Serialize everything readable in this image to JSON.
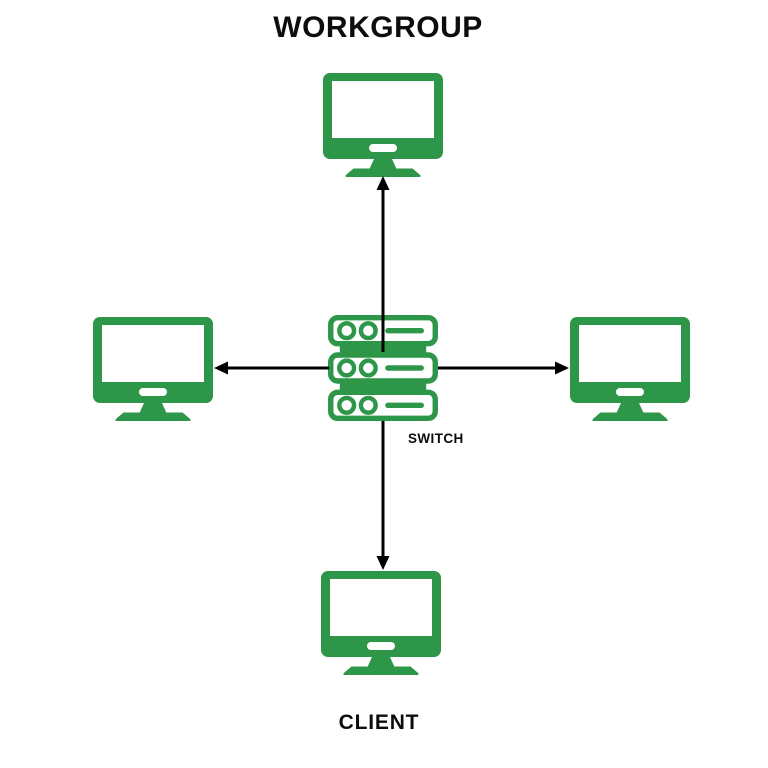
{
  "page": {
    "background": "#ffffff"
  },
  "diagram": {
    "title": "WORKGROUP",
    "switch_label": "SWITCH",
    "client_label": "CLIENT",
    "colors": {
      "icon_green": "#2e9648",
      "arrow_black": "#000000",
      "text_black": "#0d0d0d"
    },
    "nodes": [
      {
        "id": "workstation-top",
        "type": "computer-monitor",
        "icon": "monitor-icon",
        "position": "top"
      },
      {
        "id": "workstation-left",
        "type": "computer-monitor",
        "icon": "monitor-icon",
        "position": "left"
      },
      {
        "id": "workstation-right",
        "type": "computer-monitor",
        "icon": "monitor-icon",
        "position": "right"
      },
      {
        "id": "workstation-bottom",
        "type": "computer-monitor",
        "icon": "monitor-icon",
        "position": "bottom",
        "label": "CLIENT"
      },
      {
        "id": "switch",
        "type": "network-switch",
        "icon": "switch-icon",
        "position": "center",
        "label": "SWITCH"
      }
    ],
    "connections": [
      {
        "from": "switch",
        "to": "workstation-top",
        "style": "single-arrow",
        "direction": "up"
      },
      {
        "from": "switch",
        "to": "workstation-left",
        "style": "single-arrow",
        "direction": "left"
      },
      {
        "from": "switch",
        "to": "workstation-right",
        "style": "single-arrow",
        "direction": "right"
      },
      {
        "from": "switch",
        "to": "workstation-bottom",
        "style": "single-arrow",
        "direction": "down"
      }
    ]
  }
}
